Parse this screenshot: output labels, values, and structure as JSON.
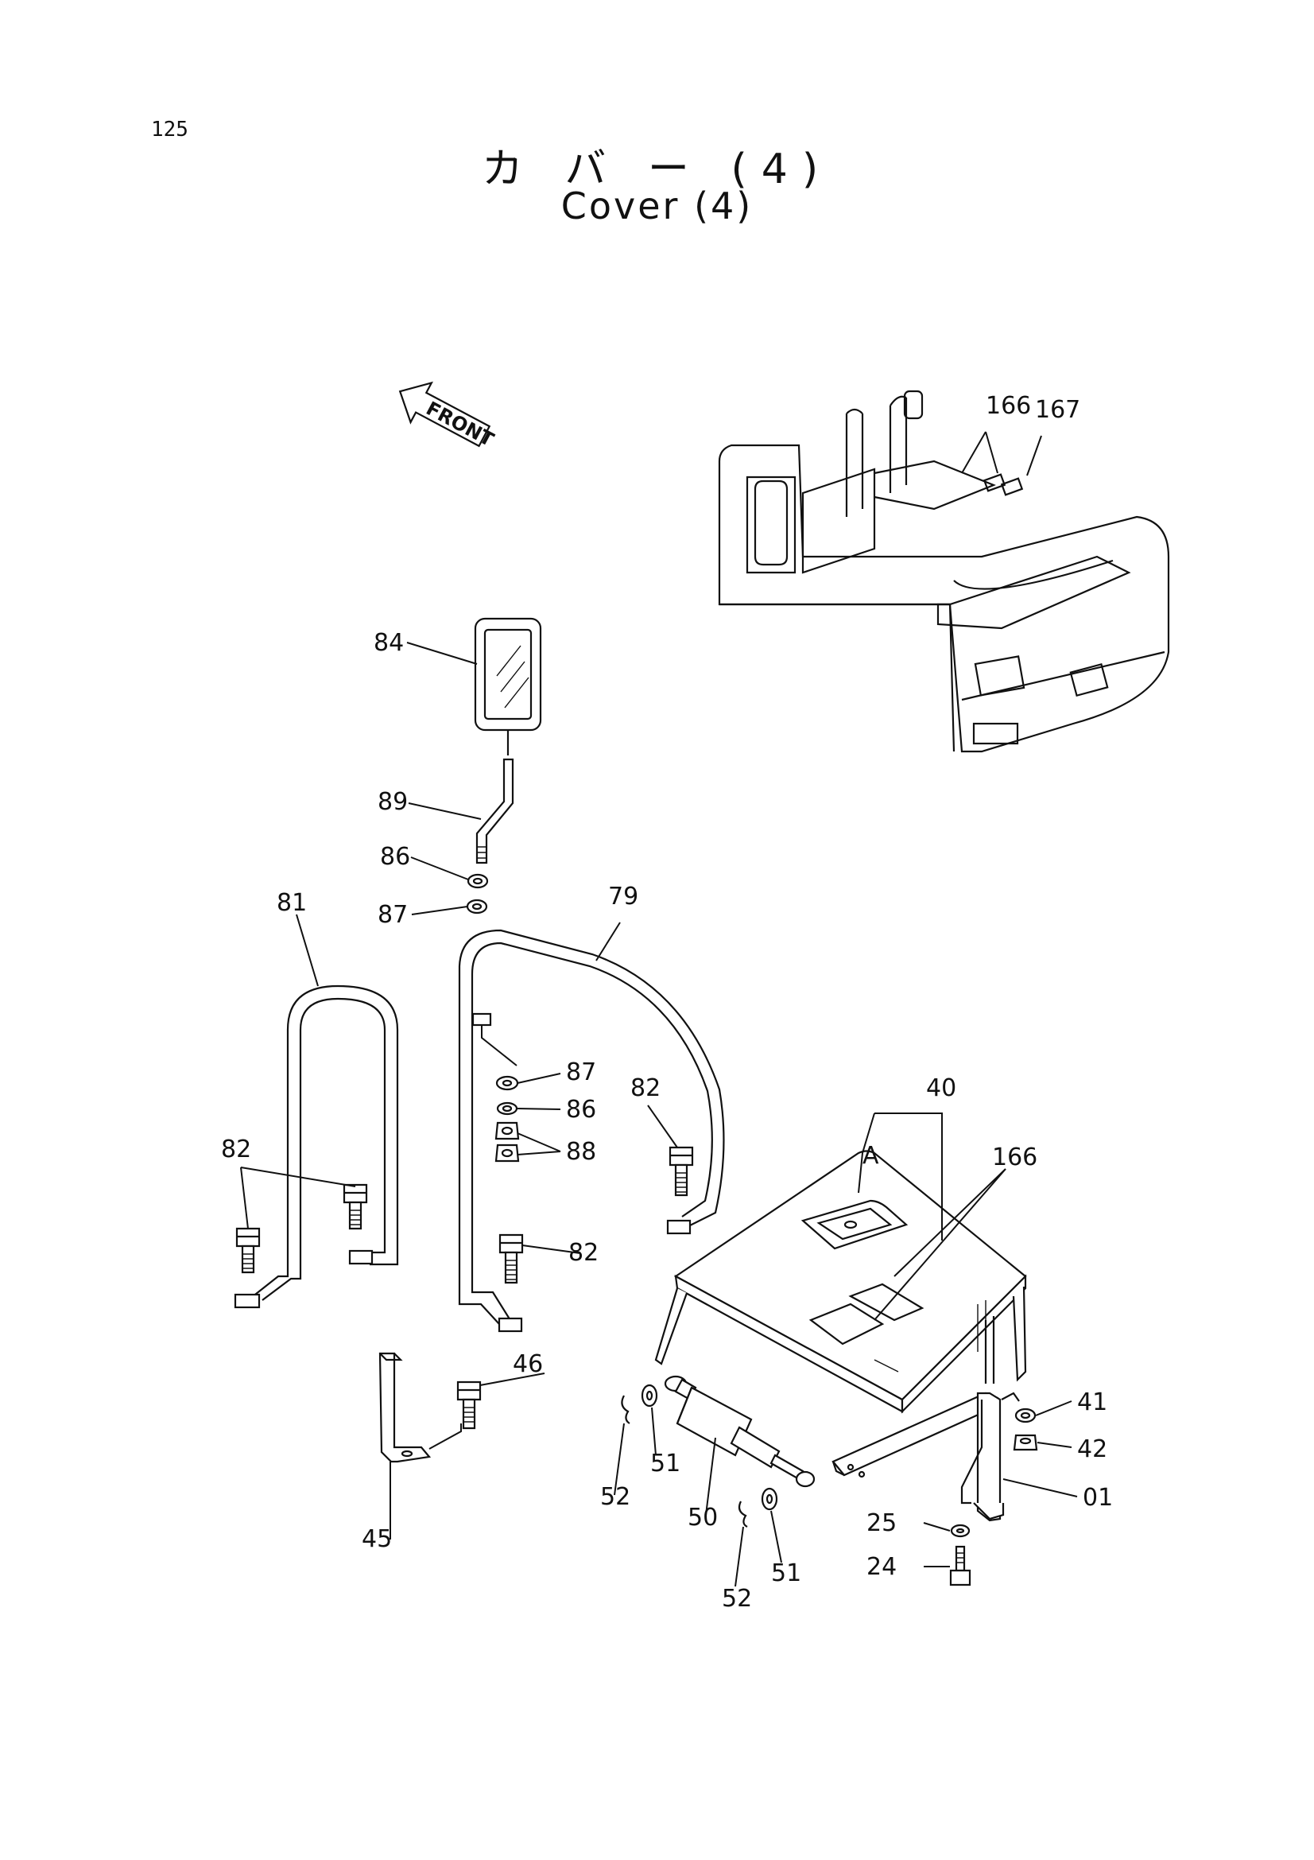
{
  "page_number": "125",
  "title_jp": "カ バ ー (4)",
  "title_en": "Cover (4)",
  "front_arrow_label": "FRONT",
  "callouts": {
    "c166_top": "166",
    "c167": "167",
    "c84": "84",
    "c89": "89",
    "c86_top": "86",
    "c87_top": "87",
    "c81": "81",
    "c79": "79",
    "c87_mid": "87",
    "c86_mid": "86",
    "c88": "88",
    "c82_left": "82",
    "c82_center": "82",
    "c82_bottom": "82",
    "c40": "40",
    "cA": "A",
    "c166_mid": "166",
    "c46": "46",
    "c45": "45",
    "c41": "41",
    "c42": "42",
    "c01": "01",
    "c25": "25",
    "c24": "24",
    "c51_a": "51",
    "c52_a": "52",
    "c50": "50",
    "c51_b": "51",
    "c52_b": "52"
  }
}
